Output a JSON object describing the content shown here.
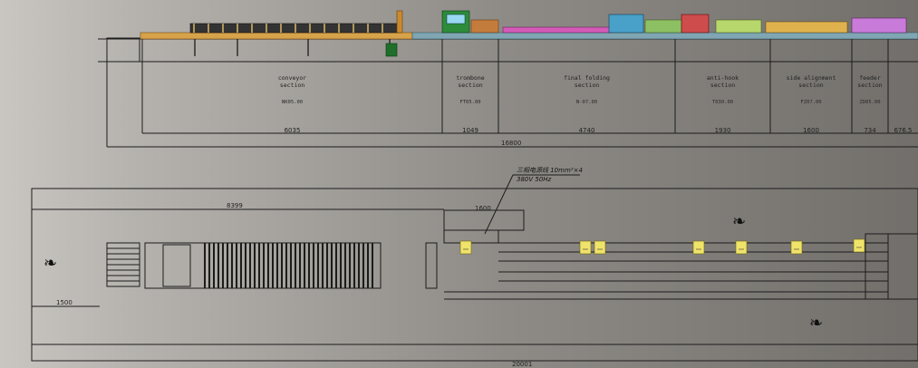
{
  "top_view": {
    "sections": [
      {
        "name_l1": "conveyor",
        "name_l2": "section",
        "code": "NK05.00",
        "length": "6035"
      },
      {
        "name_l1": "trombone",
        "name_l2": "section",
        "code": "FT05.00",
        "length": "1049"
      },
      {
        "name_l1": "final folding",
        "name_l2": "section",
        "code": "N-07.00",
        "length": "4740"
      },
      {
        "name_l1": "anti-hook",
        "name_l2": "section",
        "code": "T030.00",
        "length": "1930"
      },
      {
        "name_l1": "side alignment",
        "name_l2": "section",
        "code": "FZ07.00",
        "length": "1600"
      },
      {
        "name_l1": "feeder",
        "name_l2": "section",
        "code": "ZD05.00",
        "length": "734"
      },
      {
        "name_l1": "",
        "name_l2": "",
        "code": "",
        "length": "676.5"
      }
    ],
    "total_length": "16800"
  },
  "plan_view": {
    "power_note_l1": "三相电源线 10mm²×4",
    "power_note_l2": "380V 50Hz",
    "dims": {
      "d8399": "8399",
      "d1600": "1600",
      "d1500": "1500",
      "d20001": "20001"
    }
  },
  "colors": {
    "yellow_box": "#efe36a",
    "line": "#1c1c1c"
  }
}
